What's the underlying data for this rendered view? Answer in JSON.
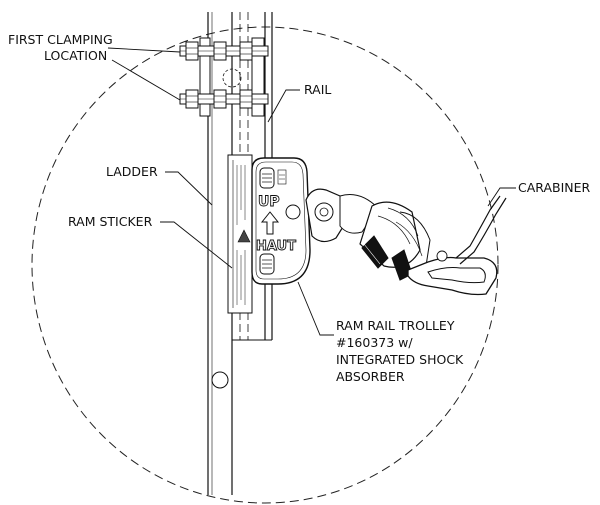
{
  "labels": {
    "first_clamping_line1": "FIRST CLAMPING",
    "first_clamping_line2": "LOCATION",
    "rail": "RAIL",
    "ladder": "LADDER",
    "ram_sticker": "RAM STICKER",
    "carabiner": "CARABINER",
    "trolley_line1": "RAM RAIL TROLLEY",
    "trolley_line2": "#160373 w/",
    "trolley_line3": "INTEGRATED SHOCK",
    "trolley_line4": "ABSORBER"
  },
  "trolley_markings": {
    "up": "UP",
    "haut": "HAUT"
  },
  "colors": {
    "line": "#111111",
    "background": "#ffffff"
  }
}
